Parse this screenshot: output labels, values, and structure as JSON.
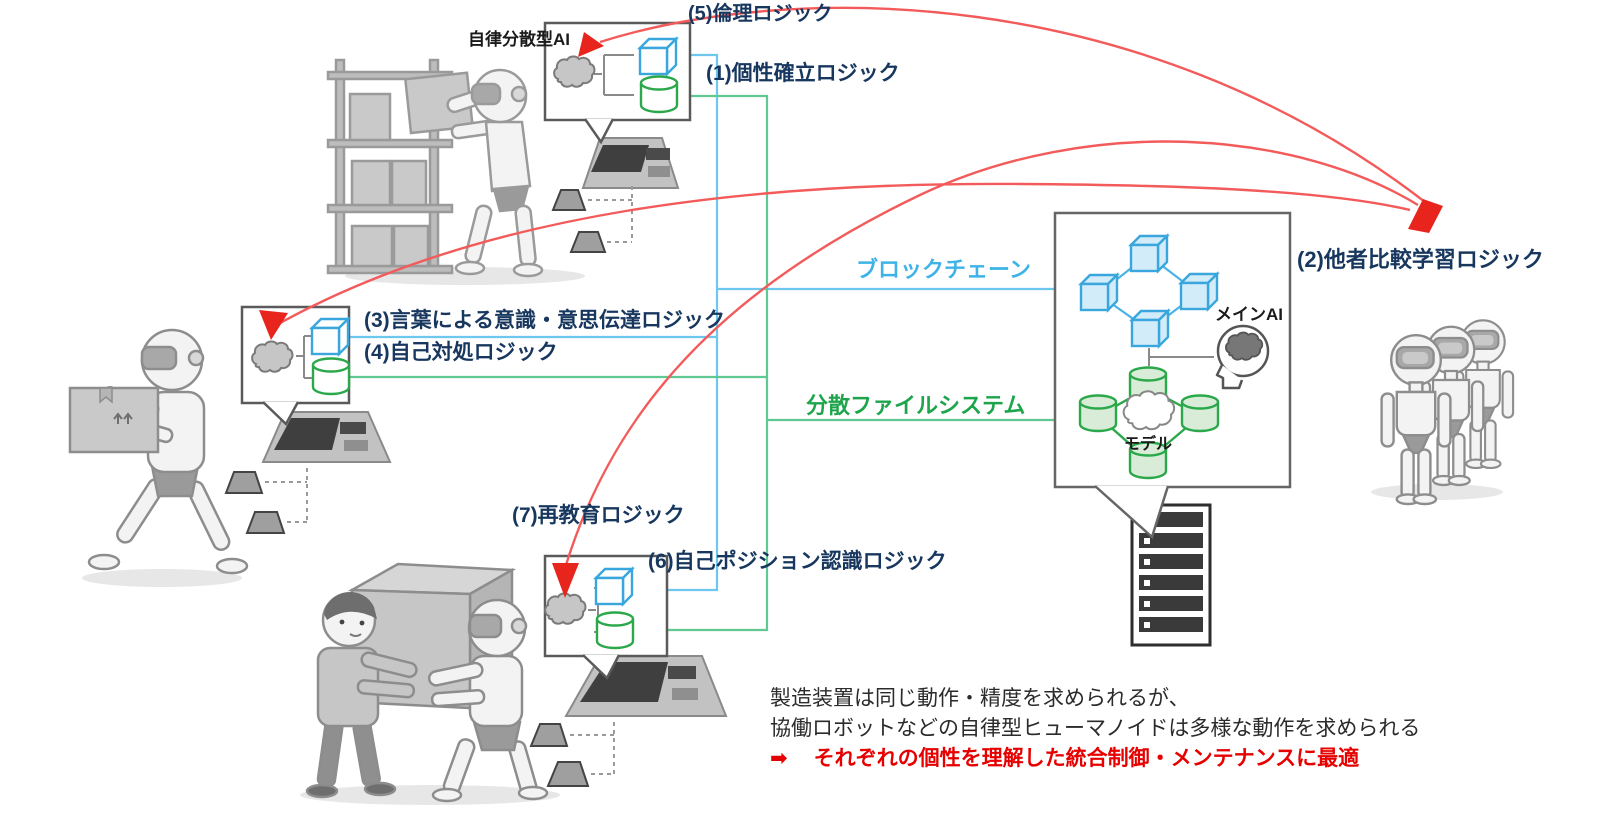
{
  "diagram": {
    "system_label": "自律分散型AI",
    "logic_labels": {
      "l1": "(1)個性確立ロジック",
      "l2": "(2)他者比較学習ロジック",
      "l3": "(3)言葉による意識・意思伝達ロジック",
      "l4": "(4)自己対処ロジック",
      "l5": "(5)倫理ロジック",
      "l6": "(6)自己ポジション認識ロジック",
      "l7": "(7)再教育ロジック"
    },
    "infrastructure": {
      "blockchain_label": "ブロックチェーン",
      "dfs_label": "分散ファイルシステム",
      "main_ai_label": "メインAI",
      "model_label": "モデル"
    },
    "notes": {
      "line1": "製造装置は同じ動作・精度を求められるが、",
      "line2": "協働ロボットなどの自律型ヒューマノイドは多様な動作を求められる",
      "arrow": "➡",
      "line3": "それぞれの個性を理解した統合制御・メンテナンスに最適"
    },
    "colors": {
      "label_navy": "#17375e",
      "blockchain_blue": "#3eb3e8",
      "dfs_green": "#1ea54c",
      "line_blue": "#6ec7ef",
      "line_green": "#62c892",
      "arrow_red": "#e8251d",
      "note_red": "#e60000"
    }
  }
}
